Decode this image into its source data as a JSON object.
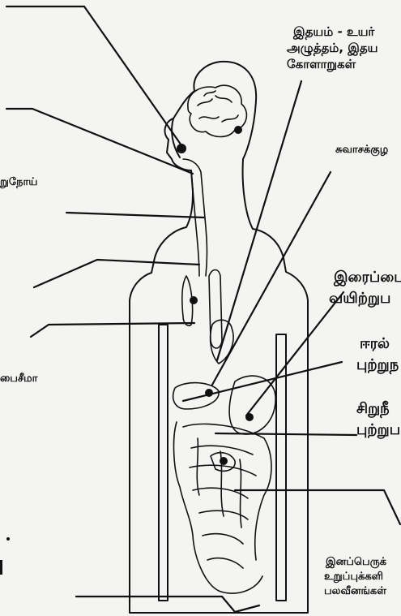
{
  "labels": {
    "heart_line1": "இதயம் - உயர்",
    "heart_line2": "அழுத்தம், இதய",
    "heart_line3": "கோளாறுகள்",
    "lung": "சுவாசக்குழ",
    "left_disease": "றுநோய்",
    "stomach_line1": "இரைப்பை",
    "stomach_line2": "வயிற்றுப",
    "liver_line1": "ஈரல்",
    "liver_line2": "புற்றுந",
    "kidney_line1": "சிறுநீ",
    "kidney_line2": "புற்றுப",
    "left_lower": "பைசீமா",
    "repro_line1": "இனப்பெருக்",
    "repro_line2": "உறுப்புக்களி",
    "repro_line3": "பலவீனங்கள்"
  },
  "colors": {
    "ink": "#111111",
    "background": "#f4f4f2"
  }
}
